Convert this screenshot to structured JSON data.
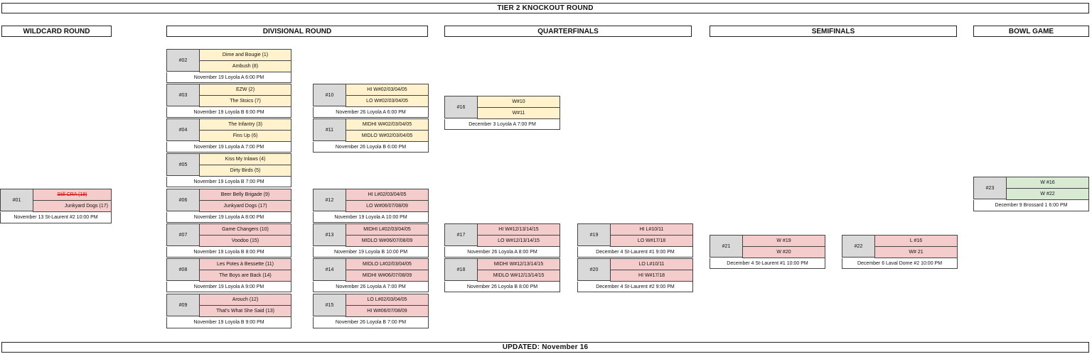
{
  "title": "TIER 2 KNOCKOUT ROUND",
  "footer": "UPDATED: November 16",
  "rounds": {
    "wildcard": "WILDCARD ROUND",
    "divisional": "DIVISIONAL ROUND",
    "quarterfinals": "QUARTERFINALS",
    "semifinals": "SEMIFINALS",
    "bowl": "BOWL GAME"
  },
  "colors": {
    "yellow": "#fff2cc",
    "red": "#f4cccc",
    "green": "#d9ead3",
    "number_bg": "#d9d9d9"
  },
  "games": {
    "g01": {
      "num": "#01",
      "top": "Still CRA (18)",
      "bottom": "Junkyard Dogs (17)",
      "info": "November 13 St-Laurent #2 10:00 PM",
      "color": "red",
      "top_struck": true
    },
    "g02": {
      "num": "#02",
      "top": "Dime and Bougie (1)",
      "bottom": "Ambush (8)",
      "info": "November 19 Loyola A 6:00 PM",
      "color": "yellow"
    },
    "g03": {
      "num": "#03",
      "top": "EZW (2)",
      "bottom": "The Stoics (7)",
      "info": "November 19 Loyola B 6:00 PM",
      "color": "yellow"
    },
    "g04": {
      "num": "#04",
      "top": "The Infantry (3)",
      "bottom": "Fins Up (6)",
      "info": "November 19 Loyola A 7:00 PM",
      "color": "yellow"
    },
    "g05": {
      "num": "#05",
      "top": "Kiss My Inlaws (4)",
      "bottom": "Dirty Birds (5)",
      "info": "November 19 Loyola B 7:00 PM",
      "color": "yellow"
    },
    "g06": {
      "num": "#06",
      "top": "Beer Belly Brigade (9)",
      "bottom": "Junkyard Dogs (17)",
      "info": "November 19 Loyola A 8:00 PM",
      "color": "red"
    },
    "g07": {
      "num": "#07",
      "top": "Game Changers (10)",
      "bottom": "Voodoo (15)",
      "info": "November 19 Loyola B 8:00 PM",
      "color": "red"
    },
    "g08": {
      "num": "#08",
      "top": "Les Potes à Bessette (11)",
      "bottom": "The Boys are Back (14)",
      "info": "November 19 Loyola A 9:00 PM",
      "color": "red"
    },
    "g09": {
      "num": "#09",
      "top": "Arouch (12)",
      "bottom": "That's What She Said (13)",
      "info": "November 19 Loyola B 9:00 PM",
      "color": "red"
    },
    "g10": {
      "num": "#10",
      "top": "HI W#02/03/04/05",
      "bottom": "LO W#02/03/04/05",
      "info": "November 26 Loyola A 6:00 PM",
      "color": "yellow"
    },
    "g11": {
      "num": "#11",
      "top": "MIDHI W#02/03/04/05",
      "bottom": "MIDLO W#02/03/04/05",
      "info": "November 26 Loyola B 6:00 PM",
      "color": "yellow"
    },
    "g12": {
      "num": "#12",
      "top": "HI L#02/03/04/05",
      "bottom": "LO W#06/07/08/09",
      "info": "November 19 Loyola A 10:00 PM",
      "color": "red"
    },
    "g13": {
      "num": "#13",
      "top": "MIDHI L#02/03/04/05",
      "bottom": "MIDLO W#06/07/08/09",
      "info": "November 19 Loyola B 10:00 PM",
      "color": "red"
    },
    "g14": {
      "num": "#14",
      "top": "MIDLO L#02/03/04/05",
      "bottom": "MIDHI W#06/07/08/09",
      "info": "November 26 Loyola A 7:00 PM",
      "color": "red"
    },
    "g15": {
      "num": "#15",
      "top": "LO L#02/03/04/05",
      "bottom": "HI W#06/07/08/09",
      "info": "November 26 Loyola B 7:00 PM",
      "color": "red"
    },
    "g16": {
      "num": "#16",
      "top": "W#10",
      "bottom": "W#11",
      "info": "December 3 Loyola A 7:00 PM",
      "color": "yellow"
    },
    "g17": {
      "num": "#17",
      "top": "HI W#12/13/14/15",
      "bottom": "LO W#12/13/14/15",
      "info": "November 26 Loyola A 8:00 PM",
      "color": "red"
    },
    "g18": {
      "num": "#18",
      "top": "MIDHI W#12/13/14/15",
      "bottom": "MIDLO W#12/13/14/15",
      "info": "November 26 Loyola B 8:00 PM",
      "color": "red"
    },
    "g19": {
      "num": "#19",
      "top": "HI L#10/11",
      "bottom": "LO W#17/18",
      "info": "December 4 St-Laurent #1 9:00 PM",
      "color": "red"
    },
    "g20": {
      "num": "#20",
      "top": "LO L#10/11",
      "bottom": "HI W#17/18",
      "info": "December 4 St-Laurent #2 9:00 PM",
      "color": "red"
    },
    "g21": {
      "num": "#21",
      "top": "W #19",
      "bottom": "W #20",
      "info": "December 4 St-Laurent #1 10:00 PM",
      "color": "red"
    },
    "g22": {
      "num": "#22",
      "top": "L #16",
      "bottom": "W# 21",
      "info": "December 6 Laval Dome #2 10:00 PM",
      "color": "red"
    },
    "g23": {
      "num": "#23",
      "top": "W #16",
      "bottom": "W #22",
      "info": "December 9 Brossard 1 6:00 PM",
      "color": "green"
    }
  }
}
